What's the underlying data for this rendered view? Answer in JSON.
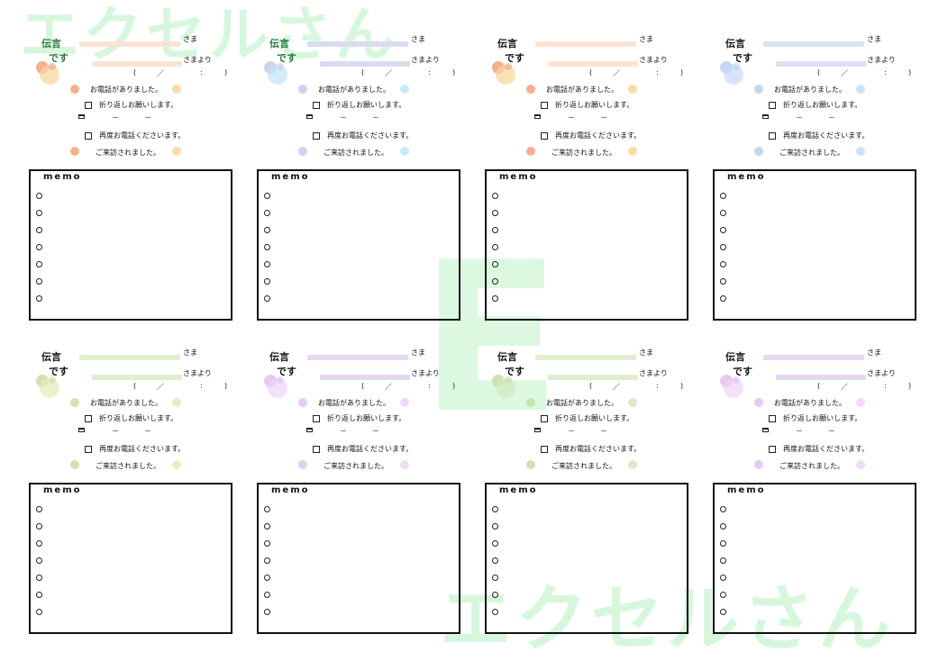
{
  "watermark": {
    "top": "エクセルさん",
    "bottom": "エクセルさん",
    "center": "E"
  },
  "card": {
    "title_line1": "伝言",
    "title_line2": "です",
    "sama": "さま",
    "samayori": "さまより",
    "date_paren_open": "(",
    "date_slash": "／",
    "time_colon": ":",
    "date_paren_close": ")",
    "msg_called": "お電話がありました。",
    "msg_callback": "折り返しお願いします。",
    "phone_dash": "－",
    "msg_call_again": "再度お電話くださいます。",
    "msg_visited": "ご来訪されました。",
    "memo_title": "memo"
  },
  "themes": [
    {
      "bar": "#fbe3d4",
      "bub1": "#f7d69a",
      "bub2": "#f2a27e",
      "title": "#2d7a3a"
    },
    {
      "bar": "#d9dcef",
      "bub1": "#bfe6f3",
      "bub2": "#c4cbe9",
      "title": "#1b7a3b"
    },
    {
      "bar": "#fbe3d4",
      "bub1": "#f7d69a",
      "bub2": "#f2a27e",
      "title": "#111111"
    },
    {
      "bar": "#d9e2f3",
      "bub1": "#c6dcf4",
      "bub2": "#b9cfee",
      "title": "#111111"
    },
    {
      "bar": "#e0eecf",
      "bub1": "#e6eab9",
      "bub2": "#cfd9a6",
      "title": "#111111"
    },
    {
      "bar": "#e5d7f1",
      "bub1": "#efd3f5",
      "bub2": "#e0c2ef",
      "title": "#111111"
    },
    {
      "bar": "#e0eecf",
      "bub1": "#d2e9c1",
      "bub2": "#c6dda8",
      "title": "#111111"
    },
    {
      "bar": "#e5d7f1",
      "bub1": "#efd3f5",
      "bub2": "#e0c2ef",
      "title": "#111111"
    }
  ]
}
